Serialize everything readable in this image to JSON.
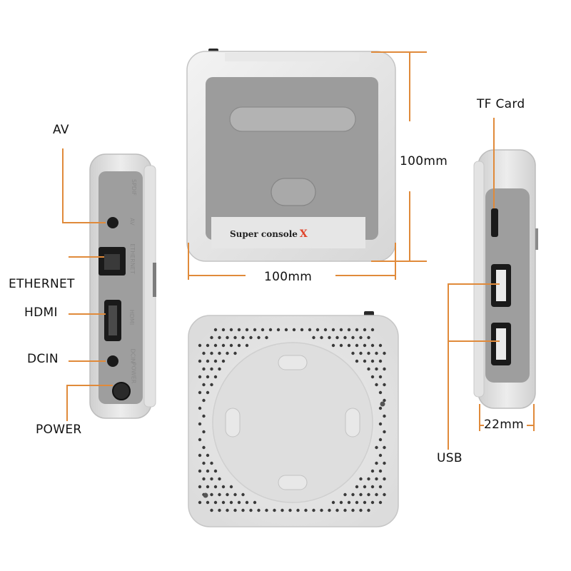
{
  "labels": {
    "av": "AV",
    "ethernet": "ETHERNET",
    "hdmi": "HDMI",
    "dcin": "DCIN",
    "power": "POWER",
    "tf_card": "TF Card",
    "usb": "USB",
    "height_dim": "100mm",
    "width_dim": "100mm",
    "depth_dim": "22mm"
  },
  "device": {
    "brand_text": "Super console",
    "brand_mark": "X"
  },
  "side_port_text": {
    "spdif": "SPDIF",
    "av": "AV",
    "ethernet": "ETHERNET",
    "hdmi": "HDMI",
    "dcin": "DCIN",
    "power": "POWER"
  },
  "colors": {
    "callout_line": "#e08a3a",
    "device_body": "#eaeaea",
    "device_panel": "#9a9a9a",
    "port_dark": "#1a1a1a",
    "brand_accent": "#e0442a"
  }
}
